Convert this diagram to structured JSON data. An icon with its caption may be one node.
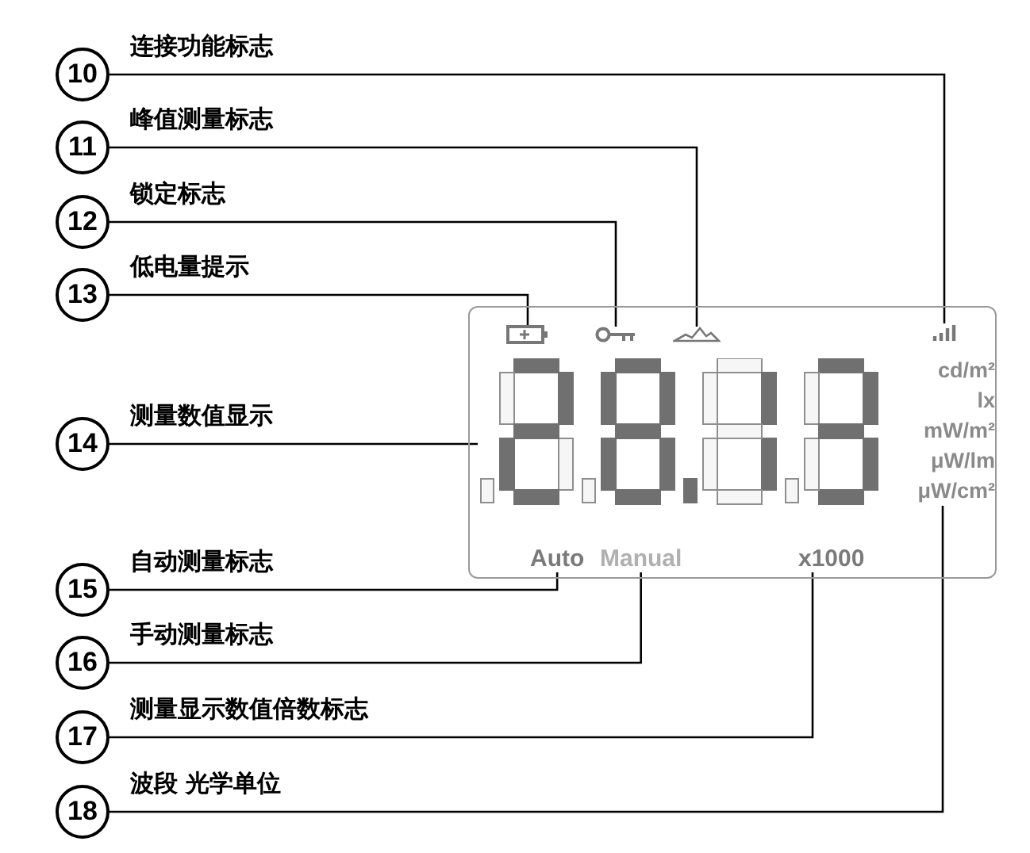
{
  "diagram": {
    "nodes": [
      {
        "text": [],
        "shape": "box"
      },
      {
        "text": [],
        "shape": "picture",
        "in": 0
      },
      {
        "text": [],
        "shape": "picture",
        "in": 0
      },
      {
        "text": [],
        "shape": "picture",
        "in": 0
      },
      {
        "text": [],
        "shape": "picture",
        "in": 0
      },
      {
        "text": [],
        "shape": "picture",
        "in": 0
      },
      {
        "text": [
          "Auto"
        ],
        "in": 0
      },
      {
        "text": [
          "Manual"
        ],
        "in": 0
      },
      {
        "text": [
          "x1000"
        ],
        "in": 0
      },
      {
        "text": [
          "cd/m²",
          "lx",
          "mW/m²",
          "μW/lm",
          "μW/cm²"
        ],
        "in": 0
      },
      {
        "text": [
          "10"
        ],
        "beside": [
          "连接功能标志"
        ]
      },
      {
        "text": [
          "11"
        ],
        "beside": [
          "峰值测量标志"
        ]
      },
      {
        "text": [
          "12"
        ],
        "beside": [
          "锁定标志"
        ]
      },
      {
        "text": [
          "13"
        ],
        "beside": [
          "低电量提示"
        ]
      },
      {
        "text": [
          "14"
        ],
        "beside": [
          "测量数值显示"
        ]
      },
      {
        "text": [
          "15"
        ],
        "beside": [
          "自动测量标志"
        ]
      },
      {
        "text": [
          "16"
        ],
        "beside": [
          "手动测量标志"
        ]
      },
      {
        "text": [
          "17"
        ],
        "beside": [
          "测量显示数值倍数标志"
        ]
      },
      {
        "text": [
          "18"
        ],
        "beside": [
          "波段 光学单位"
        ]
      }
    ],
    "edges": [
      {
        "from": 10,
        "to": 1,
        "arrow": "none"
      },
      {
        "from": 11,
        "to": 2,
        "arrow": "none"
      },
      {
        "from": 12,
        "to": 3,
        "arrow": "none"
      },
      {
        "from": 13,
        "to": 4,
        "arrow": "none"
      },
      {
        "from": 14,
        "to": 5,
        "arrow": "none"
      },
      {
        "from": 15,
        "to": 6,
        "arrow": "none"
      },
      {
        "from": 16,
        "to": 7,
        "arrow": "none"
      },
      {
        "from": 17,
        "to": 8,
        "arrow": "none"
      },
      {
        "from": 18,
        "to": 9,
        "arrow": "none"
      }
    ]
  }
}
